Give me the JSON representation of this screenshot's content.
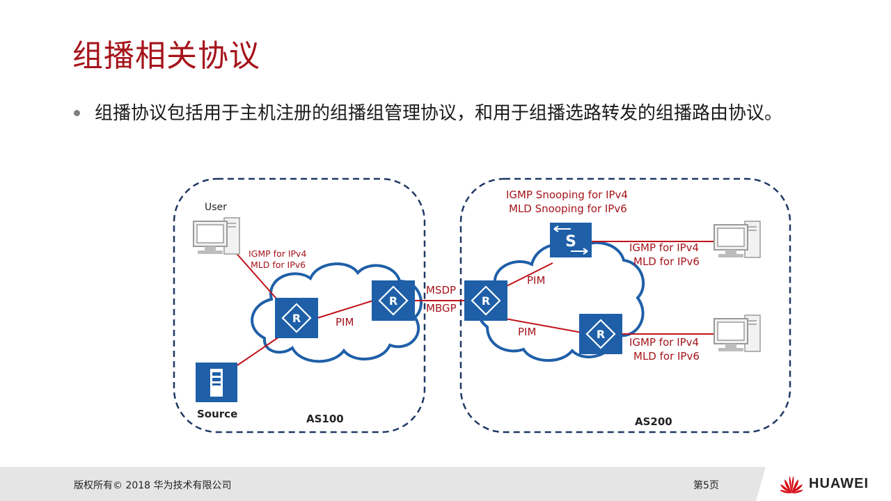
{
  "title": "组播相关协议",
  "bullet": "组播协议包括用于主机注册的组播组管理协议，和用于组播选路转发的组播路由协议。",
  "diagram": {
    "as100": {
      "label": "AS100",
      "user_label": "User",
      "source_label": "Source",
      "igmp": "IGMP for IPv4",
      "mld": "MLD for IPv6",
      "pim": "PIM"
    },
    "interdomain": {
      "msdp": "MSDP",
      "mbgp": "MBGP"
    },
    "as200": {
      "label": "AS200",
      "snooping_v4": "IGMP Snooping for IPv4",
      "snooping_v6": "MLD Snooping for IPv6",
      "pim_top": "PIM",
      "pim_bottom": "PIM",
      "igmp_top": "IGMP for IPv4",
      "mld_top": "MLD for IPv6",
      "igmp_bottom": "IGMP for IPv4",
      "mld_bottom": "MLD for IPv6"
    },
    "router_letter": "R",
    "switch_letter": "S",
    "colors": {
      "device_blue": "#1e5fa8",
      "link_red": "#c0121b",
      "label_red": "#a5141b",
      "dashed_border": "#1f3864",
      "cloud_stroke": "#1e5fa8"
    }
  },
  "footer": {
    "copyright": "版权所有© 2018 华为技术有限公司",
    "page": "第5页",
    "brand": "HUAWEI"
  }
}
